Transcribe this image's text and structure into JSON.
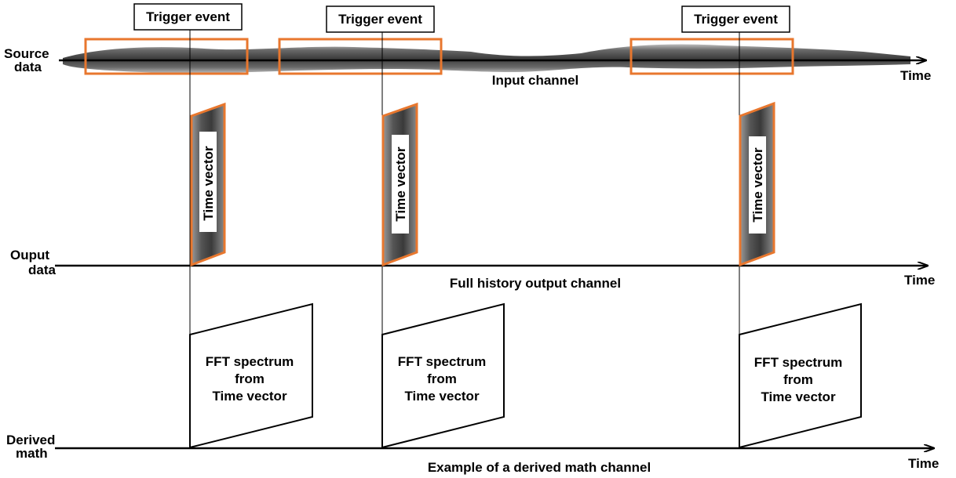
{
  "rows": {
    "source": {
      "label_line1": "Source",
      "label_line2": "data",
      "channel_caption": "Input channel",
      "axis_label": "Time"
    },
    "output": {
      "label_line1": "Ouput",
      "label_line2": "data",
      "channel_caption": "Full history output channel",
      "axis_label": "Time"
    },
    "derived": {
      "label_line1": "Derived",
      "label_line2": "math",
      "channel_caption": "Example of a derived math channel",
      "axis_label": "Time"
    }
  },
  "triggers": [
    {
      "label": "Trigger event"
    },
    {
      "label": "Trigger event"
    },
    {
      "label": "Trigger event"
    }
  ],
  "time_vectors": [
    {
      "label": "Time vector"
    },
    {
      "label": "Time vector"
    },
    {
      "label": "Time vector"
    }
  ],
  "fft_boxes": [
    {
      "line1": "FFT spectrum",
      "line2": "from",
      "line3": "Time vector"
    },
    {
      "line1": "FFT spectrum",
      "line2": "from",
      "line3": "Time vector"
    },
    {
      "line1": "FFT spectrum",
      "line2": "from",
      "line3": "Time vector"
    }
  ],
  "colors": {
    "window_outline": "#e8772e",
    "signal_dark": "#4a4a4a",
    "signal_light": "#a8a8a8",
    "line": "#000000"
  }
}
